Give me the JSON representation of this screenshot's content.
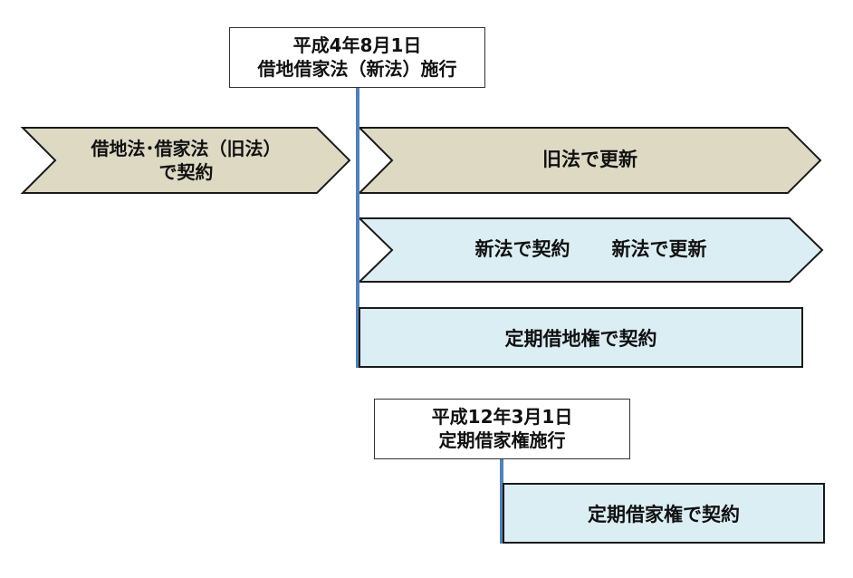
{
  "callouts": {
    "new_law": {
      "line1": "平成4年8月1日",
      "line2": "借地借家法（新法）施行"
    },
    "fixed_term_lease": {
      "line1": "平成12年3月1日",
      "line2": "定期借家権施行"
    }
  },
  "shapes": {
    "old_contract": {
      "line1": "借地法･借家法（旧法）",
      "line2": "で契約"
    },
    "old_renewal": "旧法で更新",
    "new_contract": "新法で契約",
    "new_renewal": "新法で更新",
    "fixed_land_lease": "定期借地権で契約",
    "fixed_house_lease": "定期借家権で契約"
  },
  "colors": {
    "old_law_fill": "#ddd9c3",
    "new_law_fill": "#dbeef3",
    "outline": "#1a1a1a",
    "timeline": "#4f81bd"
  }
}
